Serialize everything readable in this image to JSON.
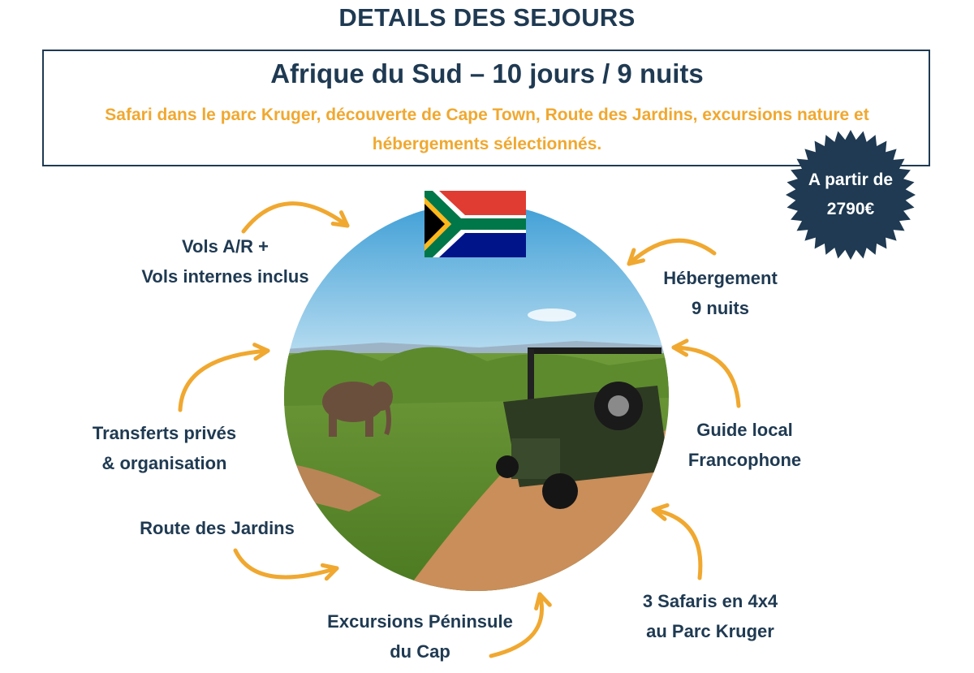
{
  "title": "DETAILS DES SEJOURS",
  "trip": {
    "title": "Afrique du Sud – 10 jours / 9 nuits",
    "description": "Safari dans le parc Kruger, découverte de Cape Town, Route des Jardins, excursions nature et hébergements sélectionnés."
  },
  "price": {
    "line1": "A partir de",
    "line2": "2790€"
  },
  "features": {
    "flights": [
      "Vols A/R +",
      "Vols internes inclus"
    ],
    "lodging": [
      "Hébergement",
      "9 nuits"
    ],
    "transfers": [
      "Transferts privés",
      "& organisation"
    ],
    "guide": [
      "Guide local",
      "Francophone"
    ],
    "garden_route": [
      "Route des Jardins"
    ],
    "safaris": [
      "3 Safaris en 4x4",
      "au Parc Kruger"
    ],
    "cape": [
      "Excursions Péninsule",
      "du Cap"
    ]
  },
  "colors": {
    "navy": "#1f3a52",
    "orange": "#f0a830"
  }
}
